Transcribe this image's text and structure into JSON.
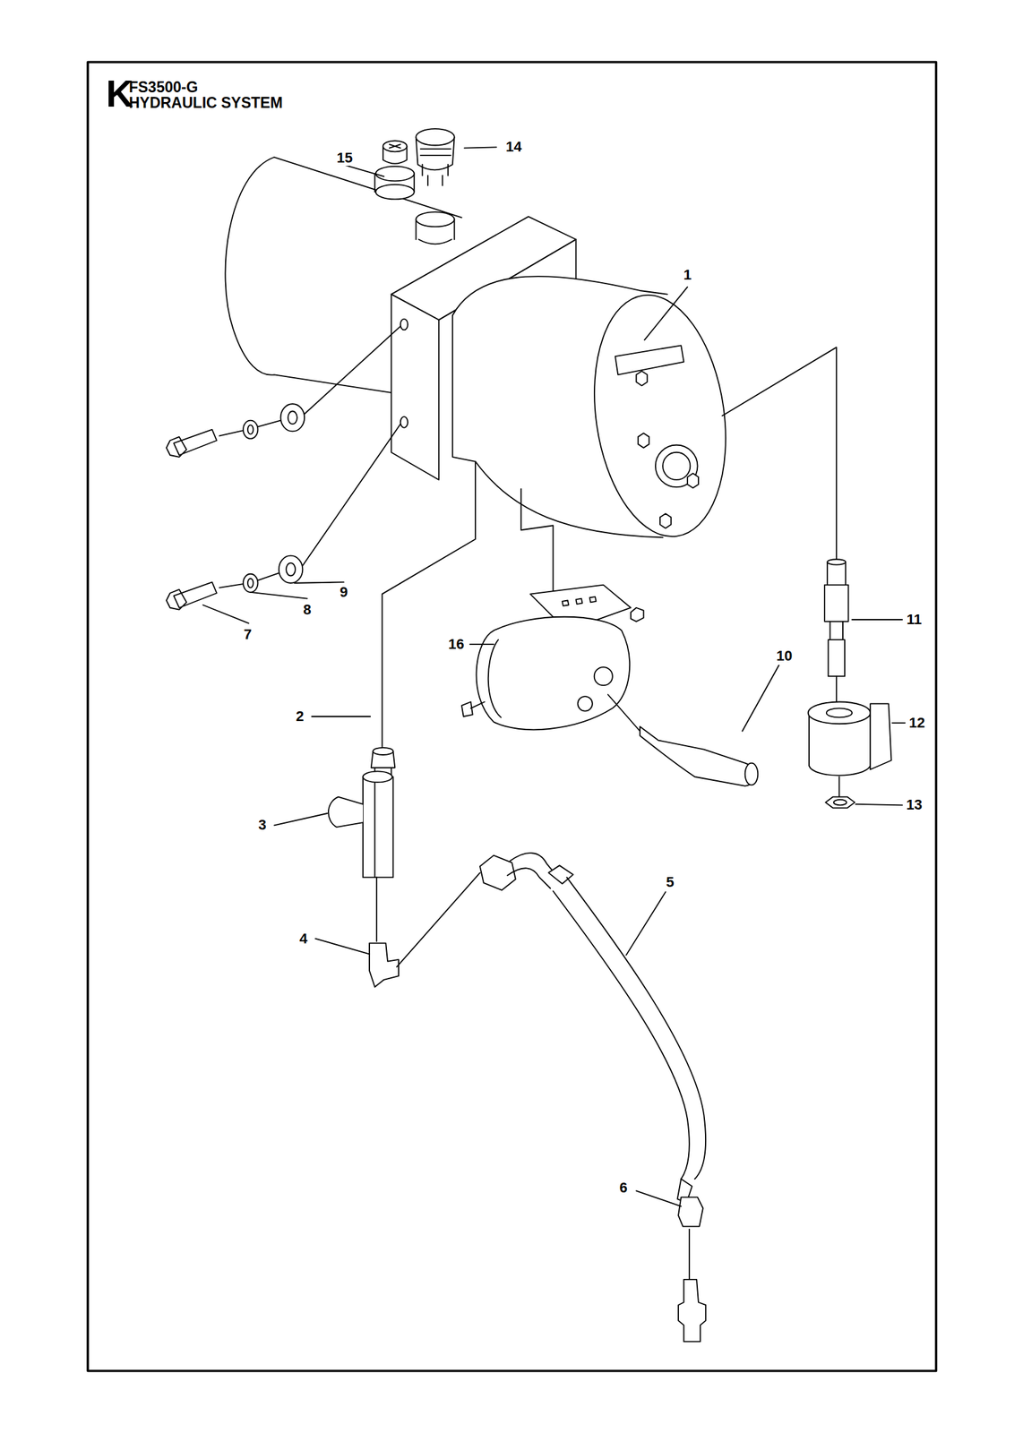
{
  "diagram": {
    "title": "FS3500-G HYDRAULIC SYSTEM",
    "labels": [
      "K",
      "14",
      "15",
      "1",
      "9",
      "8",
      "11",
      "7",
      "16",
      "10",
      "2",
      "12",
      "13",
      "3",
      "5",
      "4",
      "6"
    ]
  }
}
